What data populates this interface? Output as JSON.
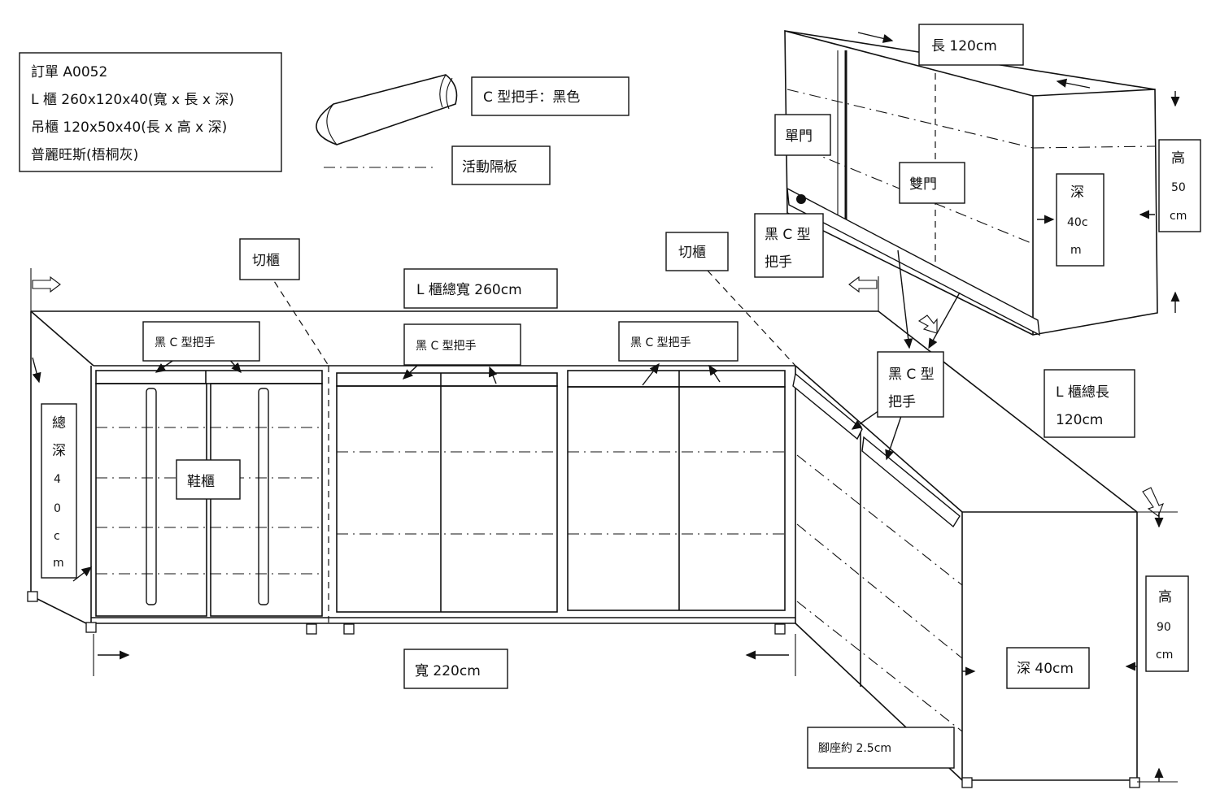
{
  "order": {
    "line1": "訂單 A0052",
    "line2": "L 櫃 260x120x40(寬 x 長 x 深)",
    "line3": "吊櫃 120x50x40(長 x 高 x 深)",
    "line4": "普麗旺斯(梧桐灰)"
  },
  "legend": {
    "c_handle": "C 型把手：黑色",
    "shelf": "活動隔板"
  },
  "labels": {
    "cut_left": "切櫃",
    "cut_right": "切櫃",
    "total_width": "L 櫃總寬 260cm",
    "handle_1": "黑 C 型把手",
    "handle_2": "黑 C 型把手",
    "handle_3": "黑 C 型把手",
    "handle_side_a": "黑 C 型",
    "handle_side_b": "把手",
    "handle_wall_a": "黑 C 型",
    "handle_wall_b": "把手",
    "shoe_cabinet": "鞋櫃",
    "depth_v1": "總",
    "depth_v2": "深",
    "depth_v3": "4",
    "depth_v4": "0",
    "depth_v5": "c",
    "depth_v6": "m",
    "width_220": "寬 220cm",
    "total_length_a": "L 櫃總長",
    "total_length_b": "120cm",
    "depth_40": "深 40cm",
    "height_90_a": "高",
    "height_90_b": "90",
    "height_90_c": "cm",
    "foot": "腳座約 2.5cm",
    "wall_length": "長 120cm",
    "single_door": "單門",
    "double_door": "雙門",
    "wall_depth_a": "深",
    "wall_depth_b": "40c",
    "wall_depth_c": "m",
    "wall_height_a": "高",
    "wall_height_b": "50",
    "wall_height_c": "cm"
  }
}
